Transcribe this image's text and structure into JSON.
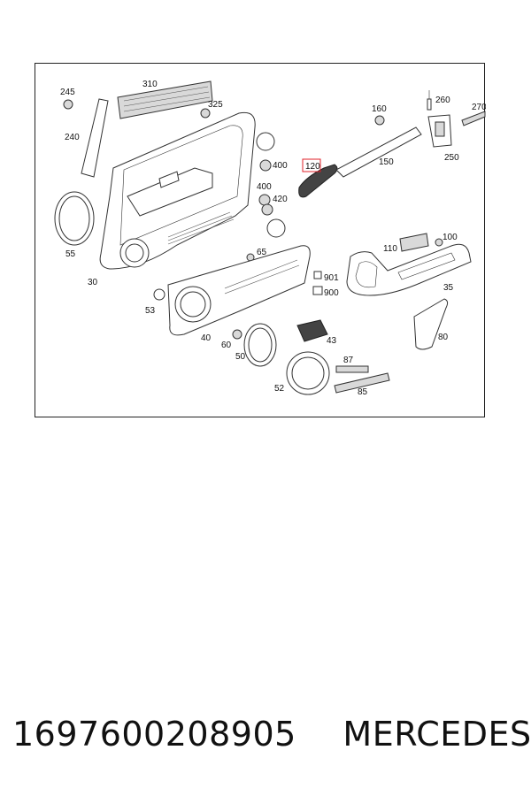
{
  "diagram": {
    "labels": {
      "l245": "245",
      "l240": "240",
      "l310": "310",
      "l325": "325",
      "l400a": "400",
      "l400b": "400",
      "l420": "420",
      "l120": "120",
      "l150": "150",
      "l160": "160",
      "l260": "260",
      "l270": "270",
      "l250": "250",
      "l55": "55",
      "l30": "30",
      "l65": "65",
      "l53": "53",
      "l40": "40",
      "l60": "60",
      "l50": "50",
      "l901": "901",
      "l900": "900",
      "l43": "43",
      "l52": "52",
      "l87": "87",
      "l85": "85",
      "l110": "110",
      "l100": "100",
      "l35": "35",
      "l80": "80"
    },
    "highlighted_callout": "120",
    "highlight_color": "#e0202a"
  },
  "footer": {
    "part_number": "1697600208905",
    "brand": "MERCEDES"
  }
}
